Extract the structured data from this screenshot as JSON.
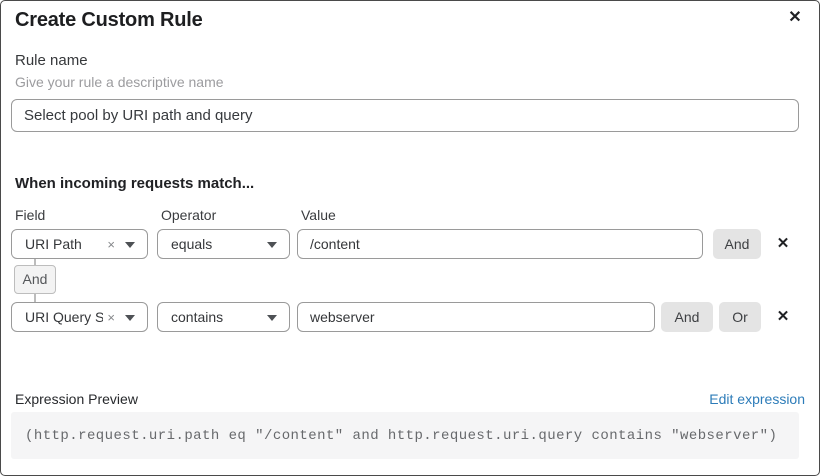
{
  "dialog": {
    "title": "Create Custom Rule"
  },
  "icons": {
    "close": "✕",
    "clear": "×",
    "remove": "✕"
  },
  "rule_name": {
    "label": "Rule name",
    "helper": "Give your rule a descriptive name",
    "value": "Select pool by URI path and query"
  },
  "match_section": {
    "heading": "When incoming requests match...",
    "columns": {
      "field": "Field",
      "operator": "Operator",
      "value": "Value"
    },
    "connector_label": "And",
    "rows": [
      {
        "field": "URI Path",
        "operator": "equals",
        "value": "/content",
        "and_label": "And"
      },
      {
        "field": "URI Query St...",
        "operator": "contains",
        "value": "webserver",
        "and_label": "And",
        "or_label": "Or"
      }
    ]
  },
  "expression_preview": {
    "label": "Expression Preview",
    "edit_link": "Edit expression",
    "expression": "(http.request.uri.path eq \"/content\" and http.request.uri.query contains \"webserver\")"
  },
  "colors": {
    "dialog_border": "#4a4a4a",
    "input_border": "#9a9a9a",
    "button_gray": "#e4e4e4",
    "badge_bg": "#f3f3f3",
    "code_bg": "#f5f5f6",
    "code_text": "#67696c",
    "link_blue": "#2d7cb9",
    "helper_gray": "#9c9c9f"
  }
}
